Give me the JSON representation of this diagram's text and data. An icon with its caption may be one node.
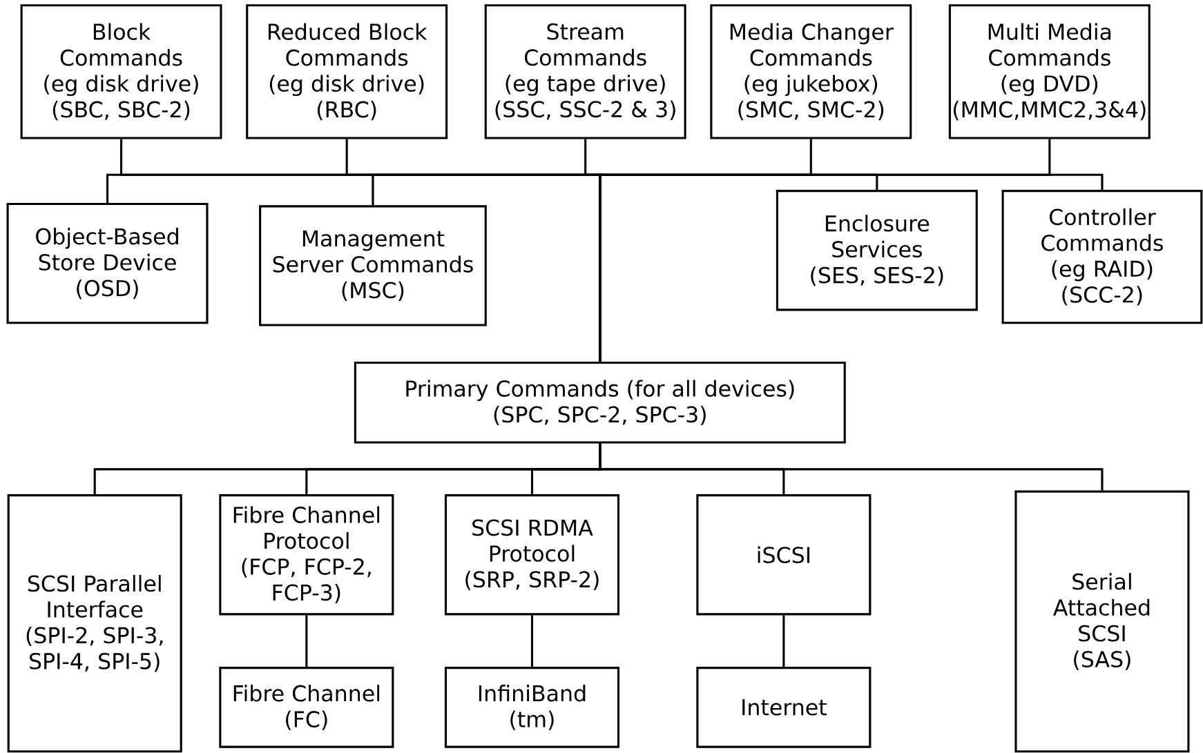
{
  "diagram": {
    "nodes": [
      {
        "text": [
          "Block Commands",
          "(eg disk drive)",
          "(SBC, SBC-2)"
        ]
      },
      {
        "text": [
          "Reduced Block Commands",
          "(eg disk drive)",
          "(RBC)"
        ]
      },
      {
        "text": [
          "Stream Commands",
          "(eg tape drive)",
          "(SSC, SSC-2 & 3)"
        ]
      },
      {
        "text": [
          "Media Changer Commands",
          "(eg jukebox)",
          "(SMC, SMC-2)"
        ]
      },
      {
        "text": [
          "Multi Media Commands",
          "(eg DVD)",
          "(MMC,MMC2,3&4)"
        ]
      },
      {
        "text": [
          "Object-Based Store Device",
          "(OSD)"
        ]
      },
      {
        "text": [
          "Management Server Commands",
          "(MSC)"
        ]
      },
      {
        "text": [
          "Enclosure Services",
          "(SES, SES-2)"
        ]
      },
      {
        "text": [
          "Controller Commands",
          "(eg RAID)",
          "(SCC-2)"
        ]
      },
      {
        "text": [
          "Primary Commands (for all devices)",
          "(SPC, SPC-2, SPC-3)"
        ]
      },
      {
        "text": [
          "SCSI Parallel Interface",
          "(SPI-2, SPI-3, SPI-4, SPI-5)"
        ]
      },
      {
        "text": [
          "Fibre Channel Protocol",
          "(FCP, FCP-2, FCP-3)"
        ]
      },
      {
        "text": [
          "SCSI RDMA Protocol",
          "(SRP, SRP-2)"
        ]
      },
      {
        "text": [
          "iSCSI"
        ]
      },
      {
        "text": [
          "Serial Attached SCSI",
          "(SAS)"
        ]
      },
      {
        "text": [
          "Fibre Channel",
          "(FC)"
        ]
      },
      {
        "text": [
          "InfiniBand",
          "(tm)"
        ]
      },
      {
        "text": [
          "Internet"
        ]
      }
    ],
    "edges": [
      {
        "from": 0,
        "to": 9,
        "arrow": "none"
      },
      {
        "from": 1,
        "to": 9,
        "arrow": "none"
      },
      {
        "from": 2,
        "to": 9,
        "arrow": "none"
      },
      {
        "from": 3,
        "to": 9,
        "arrow": "none"
      },
      {
        "from": 4,
        "to": 9,
        "arrow": "none"
      },
      {
        "from": 5,
        "to": 9,
        "arrow": "none"
      },
      {
        "from": 6,
        "to": 9,
        "arrow": "none"
      },
      {
        "from": 7,
        "to": 9,
        "arrow": "none"
      },
      {
        "from": 8,
        "to": 9,
        "arrow": "none"
      },
      {
        "from": 9,
        "to": 10,
        "arrow": "none"
      },
      {
        "from": 9,
        "to": 11,
        "arrow": "none"
      },
      {
        "from": 9,
        "to": 12,
        "arrow": "none"
      },
      {
        "from": 9,
        "to": 13,
        "arrow": "none"
      },
      {
        "from": 9,
        "to": 14,
        "arrow": "none"
      },
      {
        "from": 11,
        "to": 15,
        "arrow": "none"
      },
      {
        "from": 12,
        "to": 16,
        "arrow": "none"
      },
      {
        "from": 13,
        "to": 17,
        "arrow": "none"
      }
    ]
  }
}
